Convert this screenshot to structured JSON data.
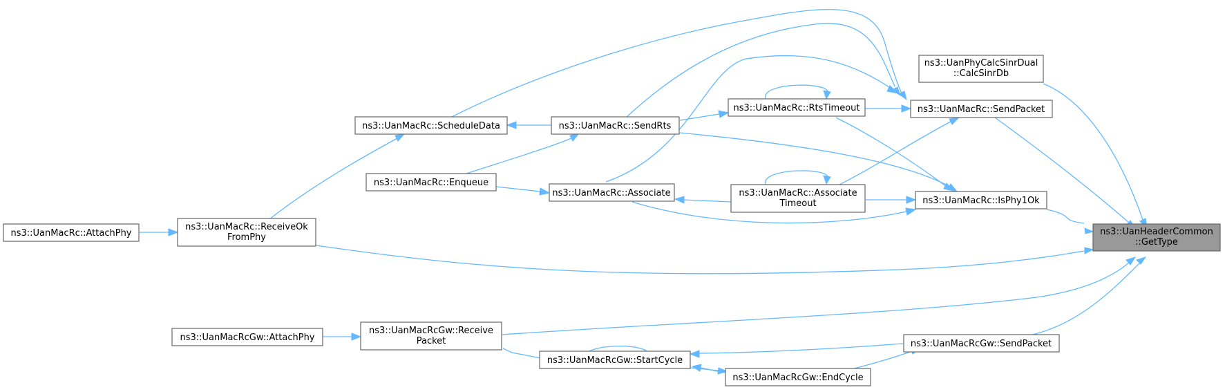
{
  "graph": {
    "nodes": {
      "getType": {
        "lines": [
          "ns3::UanHeaderCommon",
          "::GetType"
        ]
      },
      "calcSinrDb": {
        "lines": [
          "ns3::UanPhyCalcSinrDual",
          "::CalcSinrDb"
        ]
      },
      "sendPacket": {
        "lines": [
          "ns3::UanMacRc::SendPacket"
        ]
      },
      "isPhy1Ok": {
        "lines": [
          "ns3::UanMacRc::IsPhy1Ok"
        ]
      },
      "rtsTimeout": {
        "lines": [
          "ns3::UanMacRc::RtsTimeout"
        ]
      },
      "associateTimeout": {
        "lines": [
          "ns3::UanMacRc::Associate",
          "Timeout"
        ]
      },
      "sendRts": {
        "lines": [
          "ns3::UanMacRc::SendRts"
        ]
      },
      "associate": {
        "lines": [
          "ns3::UanMacRc::Associate"
        ]
      },
      "scheduleData": {
        "lines": [
          "ns3::UanMacRc::ScheduleData"
        ]
      },
      "enqueue": {
        "lines": [
          "ns3::UanMacRc::Enqueue"
        ]
      },
      "receiveOkFromPhy": {
        "lines": [
          "ns3::UanMacRc::ReceiveOk",
          "FromPhy"
        ]
      },
      "attachPhyRc": {
        "lines": [
          "ns3::UanMacRc::AttachPhy"
        ]
      },
      "gwReceivePacket": {
        "lines": [
          "ns3::UanMacRcGw::Receive",
          "Packet"
        ]
      },
      "gwAttachPhy": {
        "lines": [
          "ns3::UanMacRcGw::AttachPhy"
        ]
      },
      "gwStartCycle": {
        "lines": [
          "ns3::UanMacRcGw::StartCycle"
        ]
      },
      "gwSendPacket": {
        "lines": [
          "ns3::UanMacRcGw::SendPacket"
        ]
      },
      "gwEndCycle": {
        "lines": [
          "ns3::UanMacRcGw::EndCycle"
        ]
      }
    }
  }
}
